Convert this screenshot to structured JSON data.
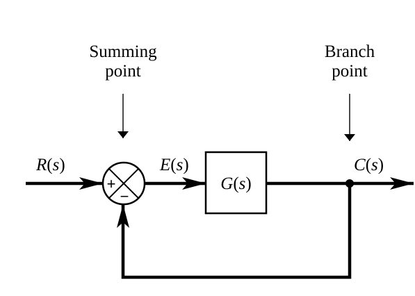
{
  "annotations": {
    "summing_line1": "Summing",
    "summing_line2": "point",
    "branch_line1": "Branch",
    "branch_line2": "point"
  },
  "signals": {
    "input_fn": "R",
    "error_fn": "E",
    "output_fn": "C",
    "arg": "s",
    "open": "(",
    "close": ")"
  },
  "block": {
    "fn": "G"
  },
  "summing_junction": {
    "plus": "+",
    "minus": "−"
  }
}
